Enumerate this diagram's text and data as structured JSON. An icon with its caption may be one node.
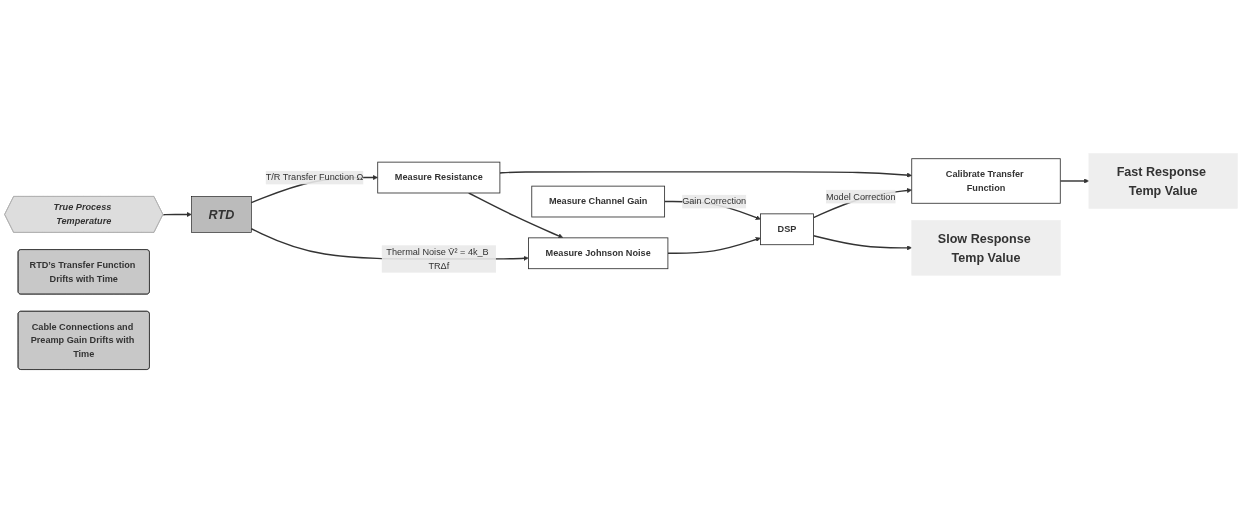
{
  "diagram": {
    "nodes": [
      {
        "text": [
          "True Process Temperature"
        ]
      },
      {
        "text": [
          "RTD"
        ]
      },
      {
        "text": [
          "Measure Resistance"
        ]
      },
      {
        "text": [
          "Calibrate Transfer Function"
        ]
      },
      {
        "text": [
          "Fast Response Temp Value"
        ]
      },
      {
        "text": [
          "Measure Johnson Noise"
        ]
      },
      {
        "text": [
          "DSP"
        ]
      },
      {
        "text": [
          "Slow Response Temp Value"
        ]
      },
      {
        "text": [
          "Measure Channel Gain"
        ]
      },
      {
        "text": [
          "RTD’s Transfer Function Drifts with Time"
        ]
      },
      {
        "text": [
          "Cable Connections and Preamp Gain Drifts with Time"
        ]
      }
    ],
    "edges": [
      {
        "from": 0,
        "to": 1,
        "arrow": "to"
      },
      {
        "from": 1,
        "to": 2,
        "arrow": "to",
        "label": "T/R Transfer Function Ω"
      },
      {
        "from": 1,
        "to": 5,
        "arrow": "to",
        "label": "Thermal Noise V̄² = 4k_B TRΔf"
      },
      {
        "from": 2,
        "to": 3,
        "arrow": "to"
      },
      {
        "from": 2,
        "to": 5,
        "arrow": "to"
      },
      {
        "from": 3,
        "to": 4,
        "arrow": "to"
      },
      {
        "from": 5,
        "to": 6,
        "arrow": "to"
      },
      {
        "from": 8,
        "to": 6,
        "arrow": "to",
        "label": "Gain Correction"
      },
      {
        "from": 6,
        "to": 3,
        "arrow": "to",
        "label": "Model Correction"
      },
      {
        "from": 6,
        "to": 7,
        "arrow": "to"
      }
    ]
  }
}
